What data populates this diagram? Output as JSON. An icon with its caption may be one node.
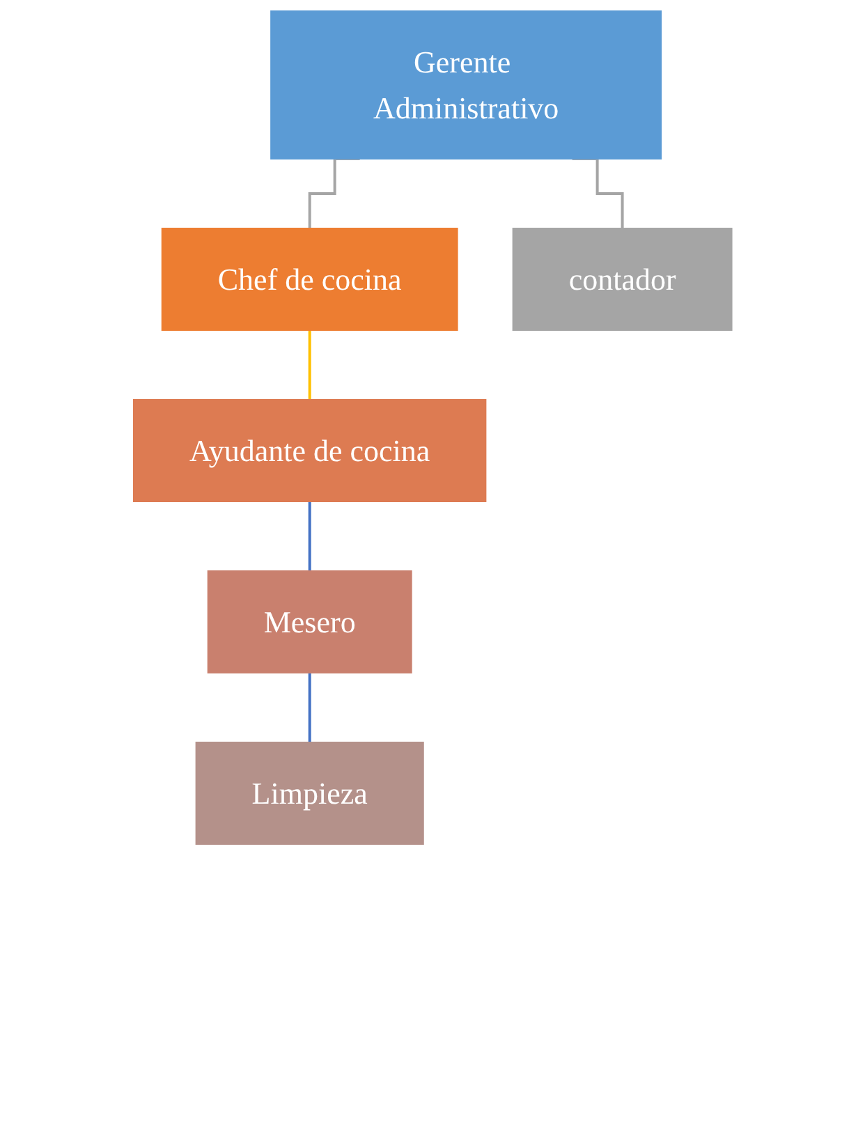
{
  "diagram": {
    "nodes": [
      {
        "text": [
          "Gerente Administrativo"
        ]
      },
      {
        "text": [
          "Chef de cocina"
        ]
      },
      {
        "text": [
          "contador"
        ]
      },
      {
        "text": [
          "Ayudante de cocina"
        ]
      },
      {
        "text": [
          "Mesero"
        ]
      },
      {
        "text": [
          "Limpieza"
        ]
      }
    ],
    "edges": [
      {
        "from": 0,
        "to": 1,
        "arrow": "none",
        "color": "#a5a5a5"
      },
      {
        "from": 0,
        "to": 2,
        "arrow": "none",
        "color": "#a5a5a5"
      },
      {
        "from": 1,
        "to": 3,
        "arrow": "none",
        "color": "#ffc000"
      },
      {
        "from": 3,
        "to": 4,
        "arrow": "none",
        "color": "#4472c4"
      },
      {
        "from": 4,
        "to": 5,
        "arrow": "none",
        "color": "#4472c4"
      }
    ]
  }
}
